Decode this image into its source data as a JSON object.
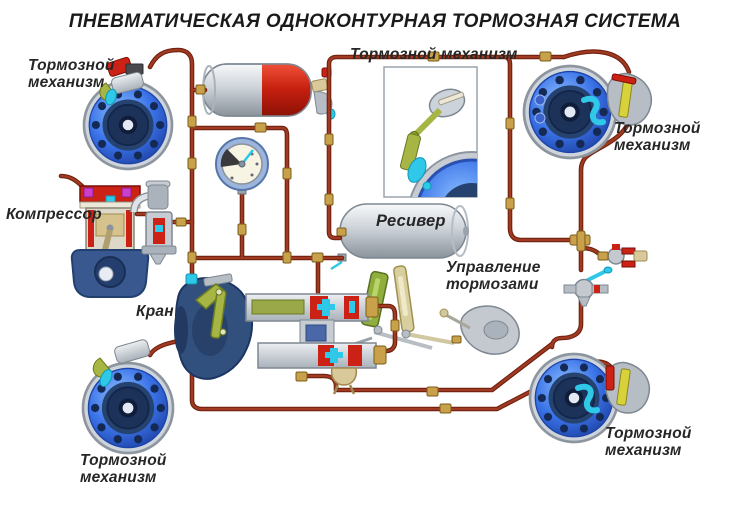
{
  "title": "ПНЕВМАТИЧЕСКАЯ ОДНОКОНТУРНАЯ ТОРМОЗНАЯ СИСТЕМА",
  "labels": {
    "inset": "Тормозной механизм",
    "top_left": [
      "Тормозной",
      "механизм"
    ],
    "top_right": [
      "Тормозной",
      "механизм"
    ],
    "bottom_left": [
      "Тормозной",
      "механизм"
    ],
    "bottom_right": [
      "Тормозной",
      "механизм"
    ],
    "compressor": "Компрессор",
    "receiver": "Ресивер",
    "valve": "Кран",
    "control": [
      "Управление",
      "тормозами"
    ]
  },
  "colors": {
    "background": "#ffffff",
    "pipe": "#8a2b18",
    "drum_blue": "#2f6ae0",
    "component_red": "#cc2215",
    "valve_cyan": "#30c8e8",
    "lever_green": "#a6b544",
    "fitting_brass": "#c9a14b"
  }
}
